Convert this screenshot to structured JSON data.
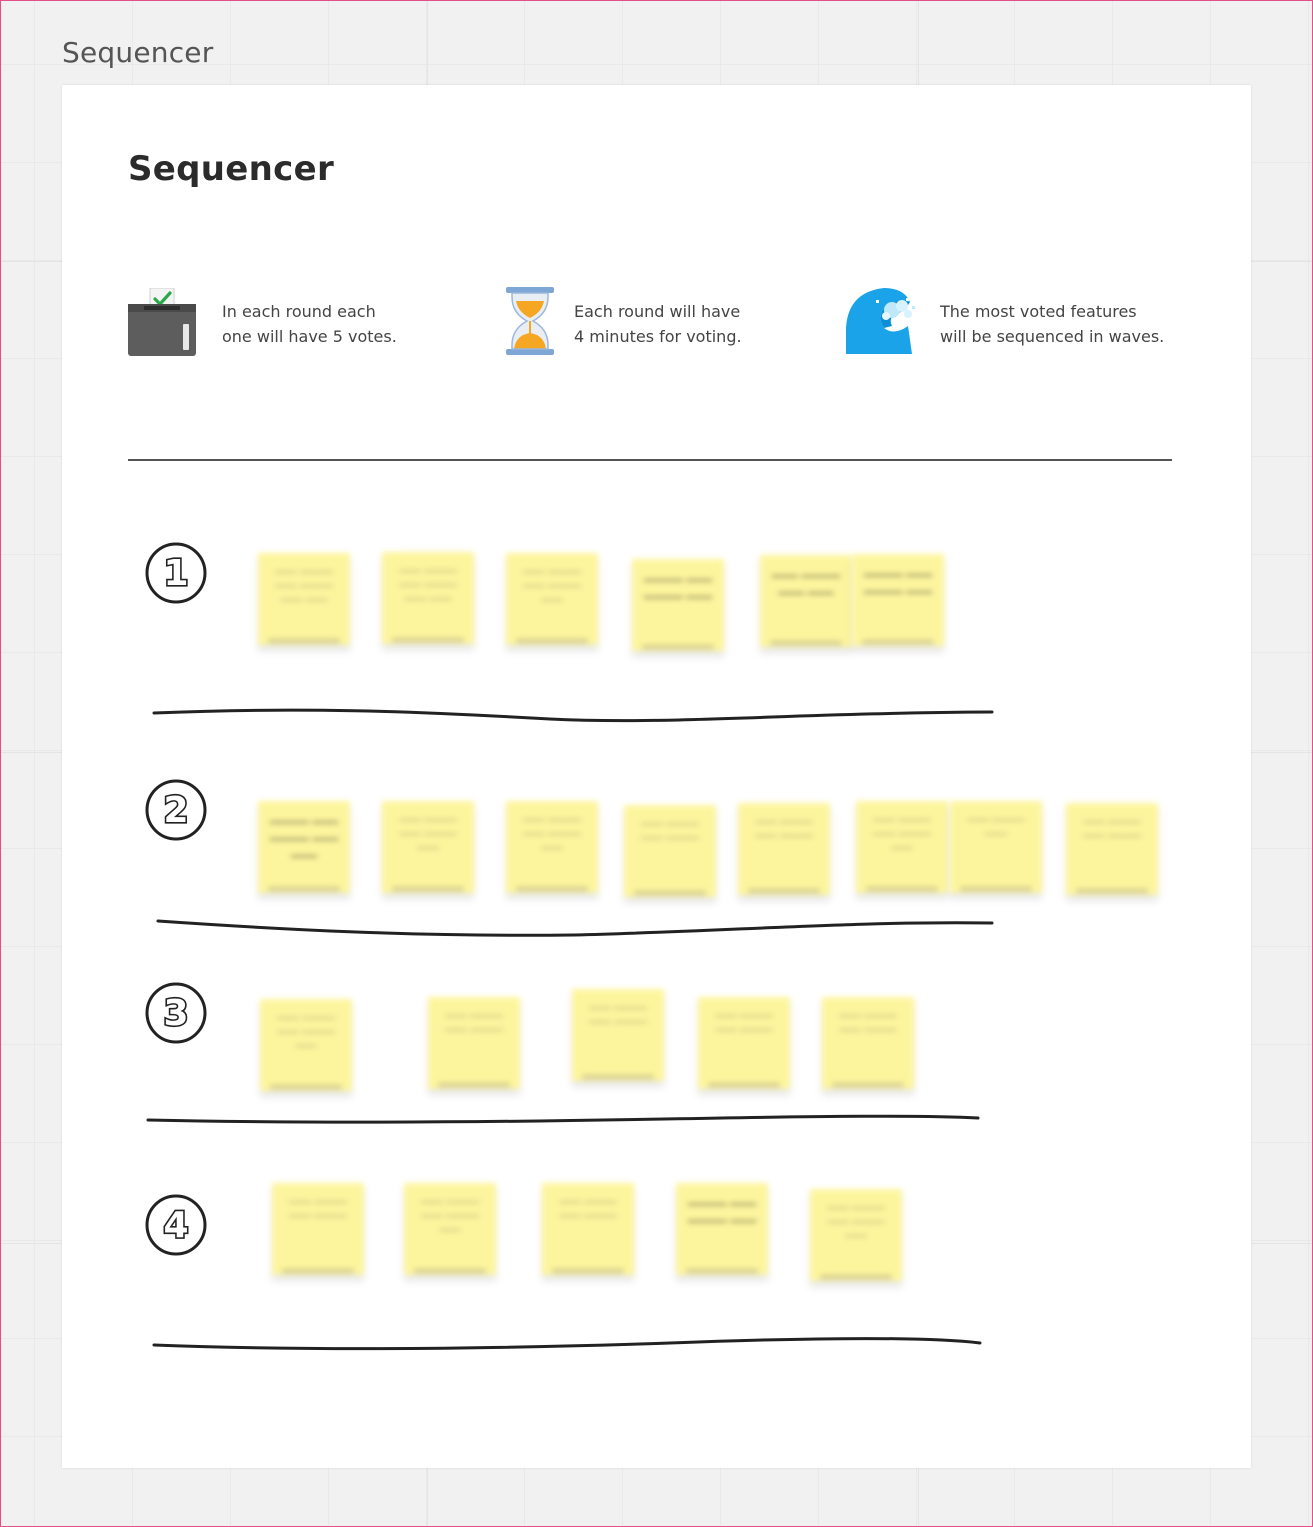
{
  "frame": {
    "label": "Sequencer"
  },
  "board": {
    "title": "Sequencer",
    "rules": [
      {
        "icon": "ballot-box-icon",
        "lines": [
          "In each round each",
          "one will have 5 votes."
        ]
      },
      {
        "icon": "hourglass-icon",
        "lines": [
          "Each round will have",
          "4 minutes for voting."
        ]
      },
      {
        "icon": "wave-icon",
        "lines": [
          "The most voted features",
          "will be sequenced in waves."
        ]
      }
    ],
    "rounds": [
      {
        "number": "1",
        "note_count": 6
      },
      {
        "number": "2",
        "note_count": 8
      },
      {
        "number": "3",
        "note_count": 5
      },
      {
        "number": "4",
        "note_count": 5
      }
    ]
  },
  "colors": {
    "sticky_note": "#fdf59d",
    "frame_border": "#e34f86",
    "wave": "#1aa3e8",
    "hourglass_frame": "#7fa7d6",
    "hourglass_sand": "#f5a623",
    "ballot_box": "#5d5d5d",
    "check": "#2aa84a"
  }
}
